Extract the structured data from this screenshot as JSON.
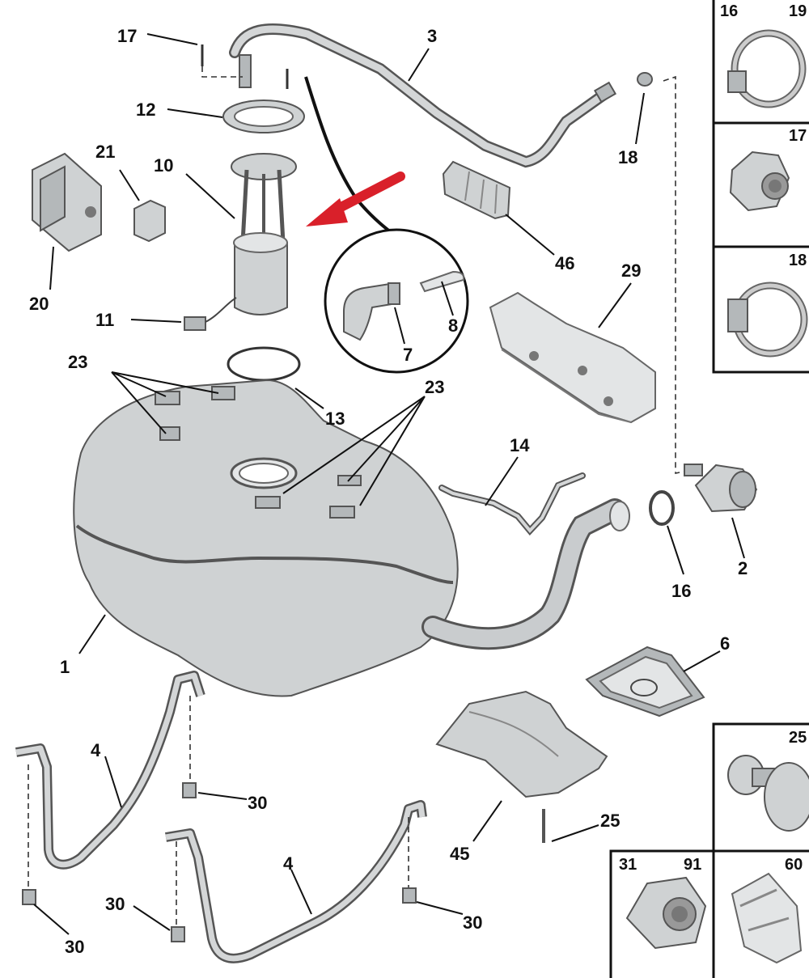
{
  "labels": {
    "l1": "1",
    "l2": "2",
    "l3": "3",
    "l4a": "4",
    "l4b": "4",
    "l6": "6",
    "l7": "7",
    "l8": "8",
    "l10": "10",
    "l11": "11",
    "l12": "12",
    "l13": "13",
    "l14": "14",
    "l16": "16",
    "l17": "17",
    "l18": "18",
    "l20": "20",
    "l21": "21",
    "l23a": "23",
    "l23b": "23",
    "l25": "25",
    "l29": "29",
    "l30a": "30",
    "l30b": "30",
    "l30c": "30",
    "l30d": "30",
    "l45": "45",
    "l46": "46"
  },
  "side_boxes": {
    "b16": "16",
    "b19": "19",
    "b17": "17",
    "b18": "18",
    "b25": "25",
    "b31": "31",
    "b91": "91",
    "b60": "60"
  },
  "colors": {
    "part": "#cfd2d3",
    "highlight_arrow": "#d9202a",
    "line": "#111111"
  }
}
